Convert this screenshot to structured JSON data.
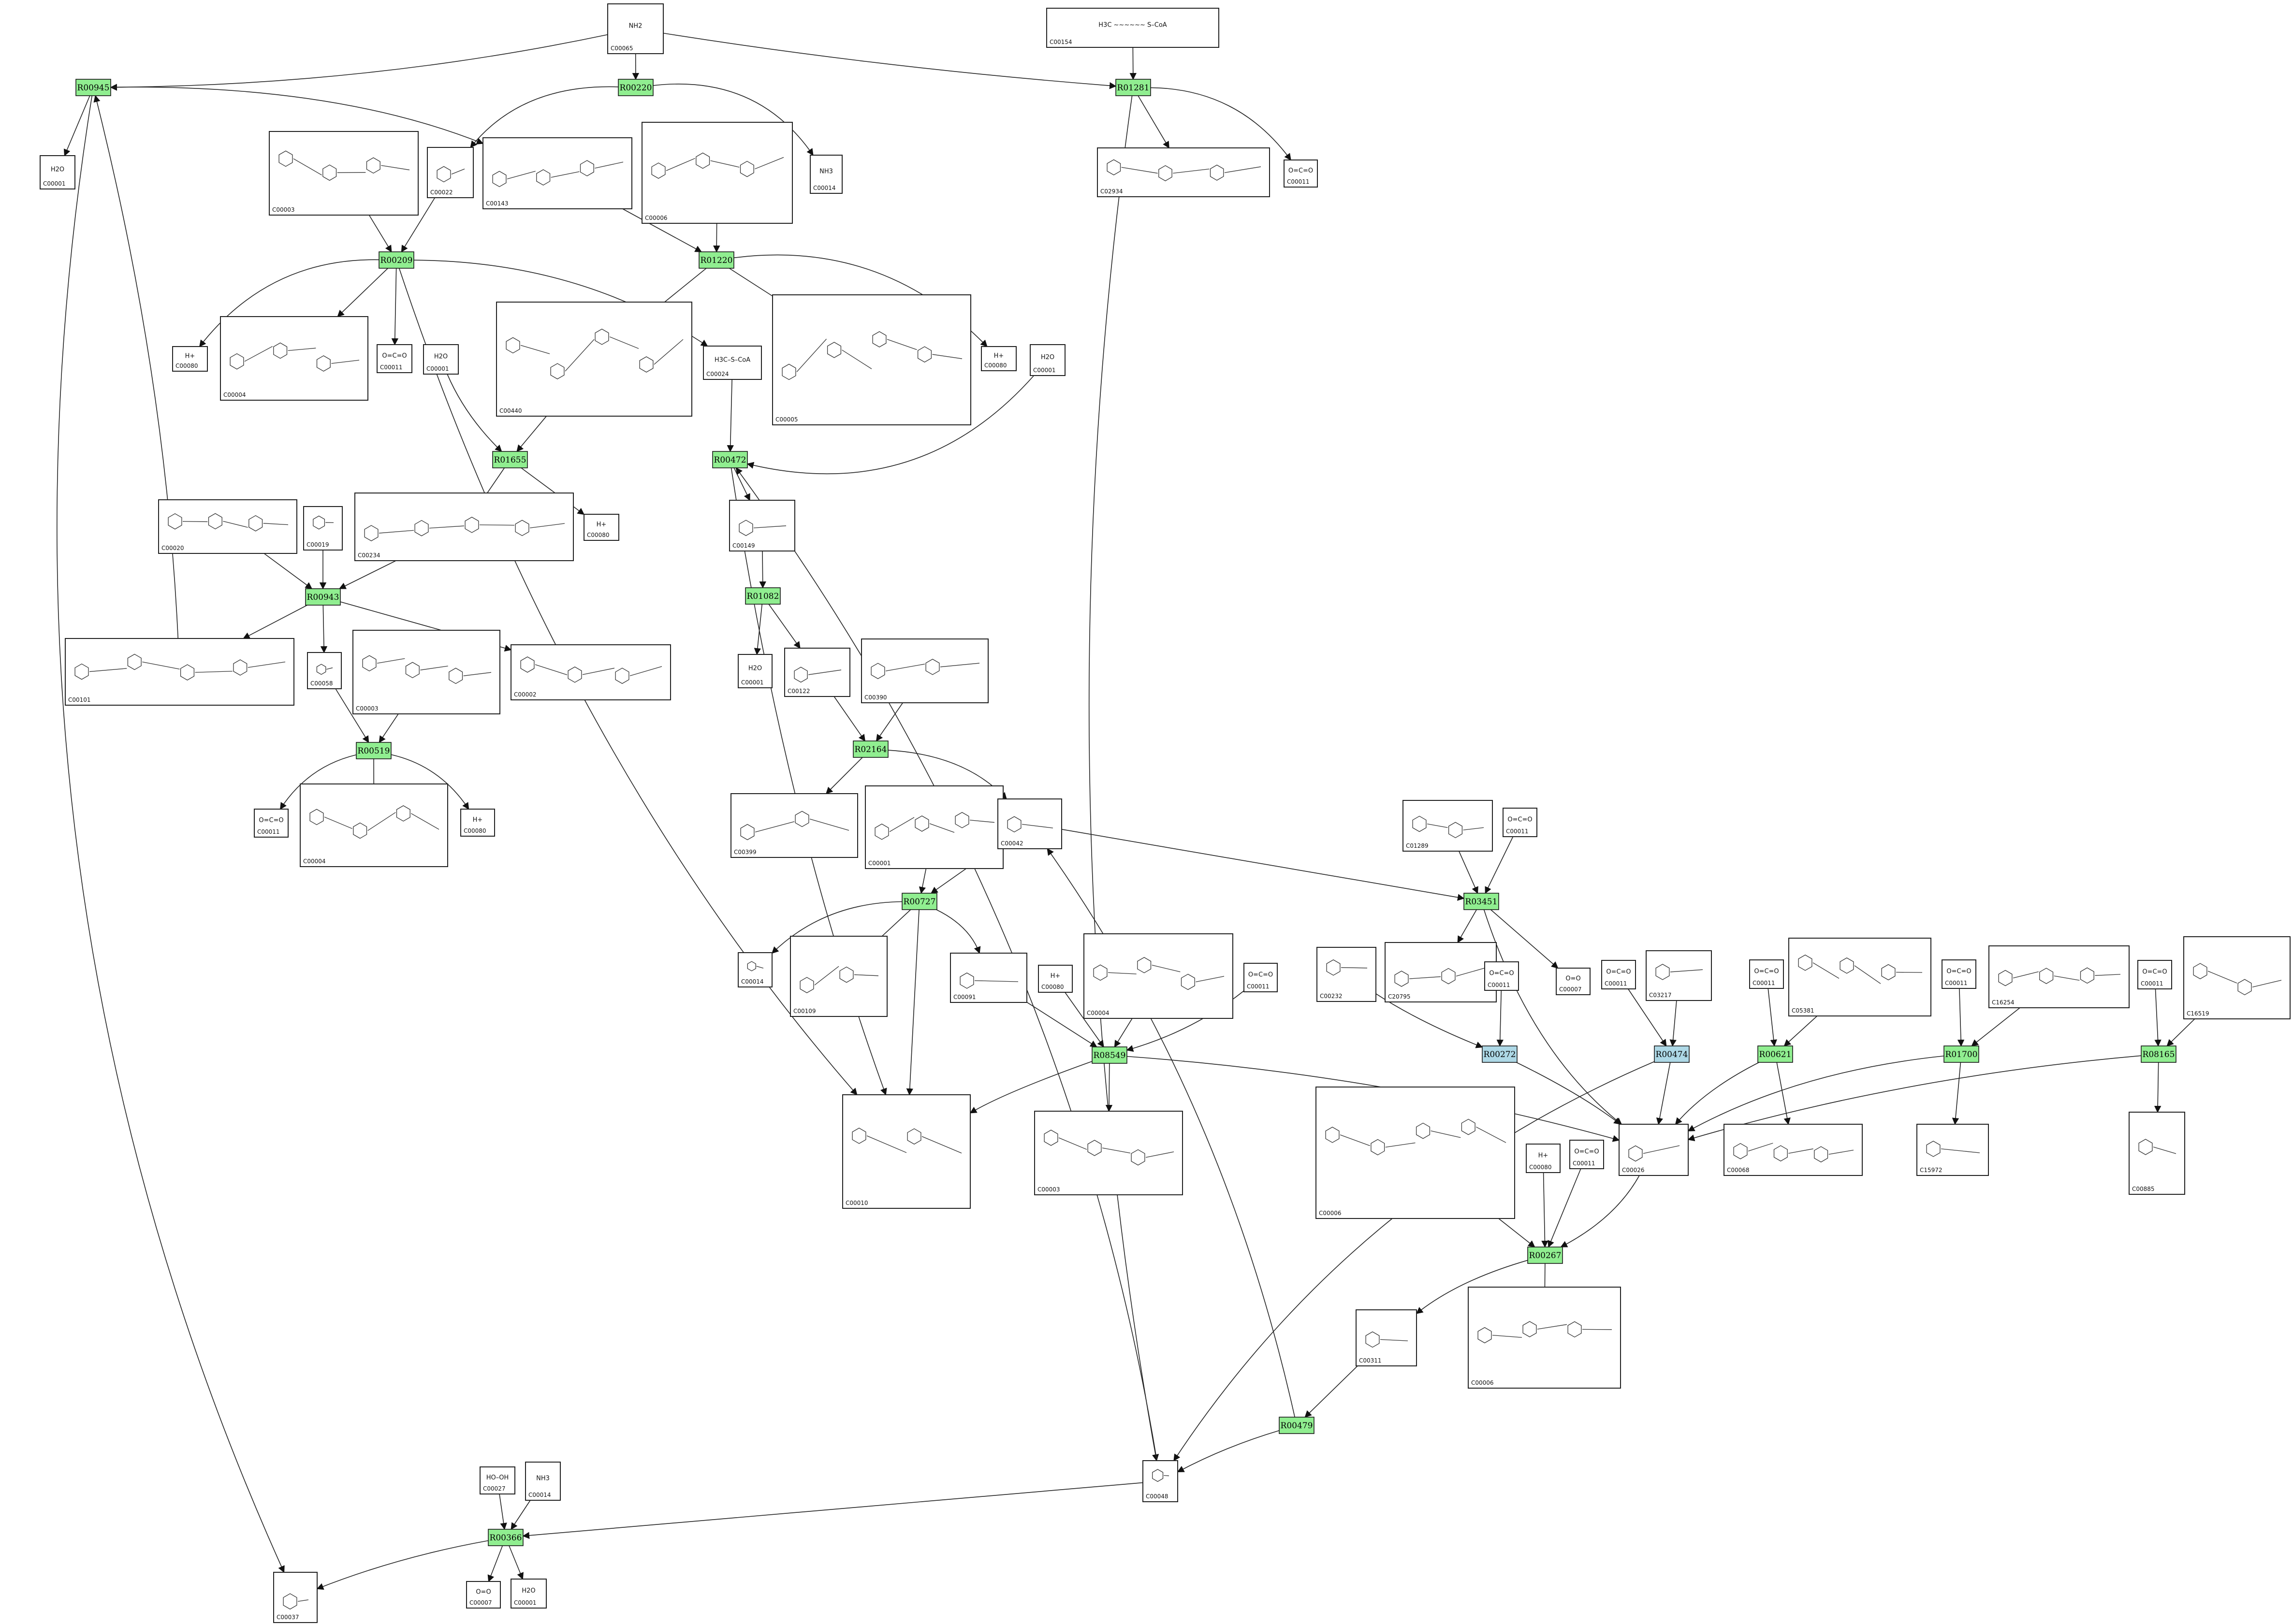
{
  "colors": {
    "reaction_default": "#90ee90",
    "reaction_highlight": "#add8e6",
    "edge": "#222222"
  },
  "reactions": [
    {
      "id": "r00945",
      "label": "R00945",
      "color": "#90ee90"
    },
    {
      "id": "r00220",
      "label": "R00220",
      "color": "#90ee90"
    },
    {
      "id": "r01281",
      "label": "R01281",
      "color": "#90ee90"
    },
    {
      "id": "r00209",
      "label": "R00209",
      "color": "#90ee90"
    },
    {
      "id": "r01220",
      "label": "R01220",
      "color": "#90ee90"
    },
    {
      "id": "r01655",
      "label": "R01655",
      "color": "#90ee90"
    },
    {
      "id": "r00472",
      "label": "R00472",
      "color": "#90ee90"
    },
    {
      "id": "r00943",
      "label": "R00943",
      "color": "#90ee90"
    },
    {
      "id": "r01082",
      "label": "R01082",
      "color": "#90ee90"
    },
    {
      "id": "r00519",
      "label": "R00519",
      "color": "#90ee90"
    },
    {
      "id": "r02164",
      "label": "R02164",
      "color": "#90ee90"
    },
    {
      "id": "r00727",
      "label": "R00727",
      "color": "#90ee90"
    },
    {
      "id": "r03451",
      "label": "R03451",
      "color": "#90ee90"
    },
    {
      "id": "r08549",
      "label": "R08549",
      "color": "#90ee90"
    },
    {
      "id": "r00272",
      "label": "R00272",
      "color": "#add8e6"
    },
    {
      "id": "r00474",
      "label": "R00474",
      "color": "#add8e6"
    },
    {
      "id": "r00621",
      "label": "R00621",
      "color": "#90ee90"
    },
    {
      "id": "r01700",
      "label": "R01700",
      "color": "#90ee90"
    },
    {
      "id": "r08165",
      "label": "R08165",
      "color": "#90ee90"
    },
    {
      "id": "r00267",
      "label": "R00267",
      "color": "#90ee90"
    },
    {
      "id": "r00479",
      "label": "R00479",
      "color": "#90ee90"
    },
    {
      "id": "r00366",
      "label": "R00366",
      "color": "#90ee90"
    }
  ],
  "compounds": [
    {
      "id": "c00065_top",
      "label": "C00065",
      "formula": "NH2"
    },
    {
      "id": "c00154",
      "label": "C00154",
      "formula": "H3C ~~~~~~ S–CoA"
    },
    {
      "id": "c00001_a",
      "label": "C00001",
      "formula": "H2O"
    },
    {
      "id": "c00003_a",
      "label": "C00003",
      "formula": ""
    },
    {
      "id": "c00143",
      "label": "C00143",
      "formula": ""
    },
    {
      "id": "c00022",
      "label": "C00022",
      "formula": ""
    },
    {
      "id": "c00006_a",
      "label": "C00006",
      "formula": ""
    },
    {
      "id": "c00014_a",
      "label": "C00014",
      "formula": "NH3"
    },
    {
      "id": "c02934",
      "label": "C02934",
      "formula": ""
    },
    {
      "id": "c00011_a",
      "label": "C00011",
      "formula": "O=C=O"
    },
    {
      "id": "c00080_a",
      "label": "C00080",
      "formula": "H+"
    },
    {
      "id": "c00004_a",
      "label": "C00004",
      "formula": ""
    },
    {
      "id": "c00011_b",
      "label": "C00011",
      "formula": "O=C=O"
    },
    {
      "id": "c00001_b",
      "label": "C00001",
      "formula": "H2O"
    },
    {
      "id": "c00440",
      "label": "C00440",
      "formula": ""
    },
    {
      "id": "c00024",
      "label": "C00024",
      "formula": "H3C–S–CoA"
    },
    {
      "id": "c00005",
      "label": "C00005",
      "formula": ""
    },
    {
      "id": "c00080_b",
      "label": "C00080",
      "formula": "H+"
    },
    {
      "id": "c00001_c",
      "label": "C00001",
      "formula": "H2O"
    },
    {
      "id": "c00080_c",
      "label": "C00080",
      "formula": "H+"
    },
    {
      "id": "c00020",
      "label": "C00020",
      "formula": ""
    },
    {
      "id": "c00019",
      "label": "C00019",
      "formula": ""
    },
    {
      "id": "c00234",
      "label": "C00234",
      "formula": ""
    },
    {
      "id": "c00149",
      "label": "C00149",
      "formula": ""
    },
    {
      "id": "c00101",
      "label": "C00101",
      "formula": ""
    },
    {
      "id": "c00058",
      "label": "C00058",
      "formula": ""
    },
    {
      "id": "c00003_b",
      "label": "C00003",
      "formula": ""
    },
    {
      "id": "c00002",
      "label": "C00002",
      "formula": ""
    },
    {
      "id": "c00001_d",
      "label": "C00001",
      "formula": "H2O"
    },
    {
      "id": "c00122",
      "label": "C00122",
      "formula": ""
    },
    {
      "id": "c00390",
      "label": "C00390",
      "formula": ""
    },
    {
      "id": "c00011_c",
      "label": "C00011",
      "formula": "O=C=O"
    },
    {
      "id": "c00004_b",
      "label": "C00004",
      "formula": ""
    },
    {
      "id": "c00080_d",
      "label": "C00080",
      "formula": "H+"
    },
    {
      "id": "c00399",
      "label": "C00399",
      "formula": ""
    },
    {
      "id": "c00001_e",
      "label": "C00001",
      "formula": ""
    },
    {
      "id": "c00042",
      "label": "C00042",
      "formula": ""
    },
    {
      "id": "c01289",
      "label": "C01289",
      "formula": ""
    },
    {
      "id": "c00011_d",
      "label": "C00011",
      "formula": "O=C=O"
    },
    {
      "id": "c00014_b",
      "label": "C00014",
      "formula": ""
    },
    {
      "id": "c00109",
      "label": "C00109",
      "formula": ""
    },
    {
      "id": "c00091",
      "label": "C00091",
      "formula": ""
    },
    {
      "id": "c00080_e",
      "label": "C00080",
      "formula": "H+"
    },
    {
      "id": "c00004_c",
      "label": "C00004",
      "formula": ""
    },
    {
      "id": "c00011_e",
      "label": "C00011",
      "formula": "O=C=O"
    },
    {
      "id": "c00232",
      "label": "C00232",
      "formula": ""
    },
    {
      "id": "c20795",
      "label": "C20795",
      "formula": ""
    },
    {
      "id": "c00011_f",
      "label": "C00011",
      "formula": "O=C=O"
    },
    {
      "id": "c00007_a",
      "label": "C00007",
      "formula": "O=O"
    },
    {
      "id": "c00011_g",
      "label": "C00011",
      "formula": "O=C=O"
    },
    {
      "id": "c03217",
      "label": "C03217",
      "formula": ""
    },
    {
      "id": "c00011_h",
      "label": "C00011",
      "formula": "O=C=O"
    },
    {
      "id": "c05381",
      "label": "C05381",
      "formula": ""
    },
    {
      "id": "c00011_i",
      "label": "C00011",
      "formula": "O=C=O"
    },
    {
      "id": "c16254",
      "label": "C16254",
      "formula": ""
    },
    {
      "id": "c00011_j",
      "label": "C00011",
      "formula": "O=C=O"
    },
    {
      "id": "c16519",
      "label": "C16519",
      "formula": ""
    },
    {
      "id": "c00010",
      "label": "C00010",
      "formula": ""
    },
    {
      "id": "c00003_c",
      "label": "C00003",
      "formula": ""
    },
    {
      "id": "c00026",
      "label": "C00026",
      "formula": ""
    },
    {
      "id": "c00068",
      "label": "C00068",
      "formula": ""
    },
    {
      "id": "c15972",
      "label": "C15972",
      "formula": ""
    },
    {
      "id": "c00885",
      "label": "C00885",
      "formula": ""
    },
    {
      "id": "c00006_b",
      "label": "C00006",
      "formula": ""
    },
    {
      "id": "c00080_f",
      "label": "C00080",
      "formula": "H+"
    },
    {
      "id": "c00011_k",
      "label": "C00011",
      "formula": "O=C=O"
    },
    {
      "id": "c00311",
      "label": "C00311",
      "formula": ""
    },
    {
      "id": "c00005_b",
      "label": "C00006",
      "formula": ""
    },
    {
      "id": "c00027",
      "label": "C00027",
      "formula": "HO–OH"
    },
    {
      "id": "c00014_c",
      "label": "C00014",
      "formula": "NH3"
    },
    {
      "id": "c00048",
      "label": "C00048",
      "formula": ""
    },
    {
      "id": "c00037",
      "label": "C00037",
      "formula": ""
    },
    {
      "id": "c00007_b",
      "label": "C00007",
      "formula": "O=O"
    },
    {
      "id": "c00001_f",
      "label": "C00001",
      "formula": "H2O"
    }
  ]
}
